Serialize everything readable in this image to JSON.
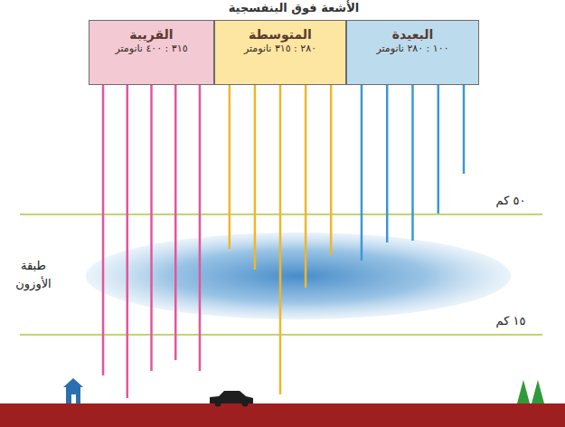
{
  "diagram": {
    "title": "الأشعة فوق البنفسجية",
    "nodes": [
      {
        "text": [
          "القريبة",
          "٣١٥ : ٤٠٠ نانومتر"
        ]
      },
      {
        "text": [
          "المتوسطة",
          "٢٨٠ : ٣١٥ نانومتر"
        ]
      },
      {
        "text": [
          "البعيدة",
          "١٠٠ : ٢٨٠ نانومتر"
        ]
      }
    ],
    "labels": [
      "٥٠ كم",
      "١٥ كم",
      "طبقة الأوزون"
    ]
  }
}
